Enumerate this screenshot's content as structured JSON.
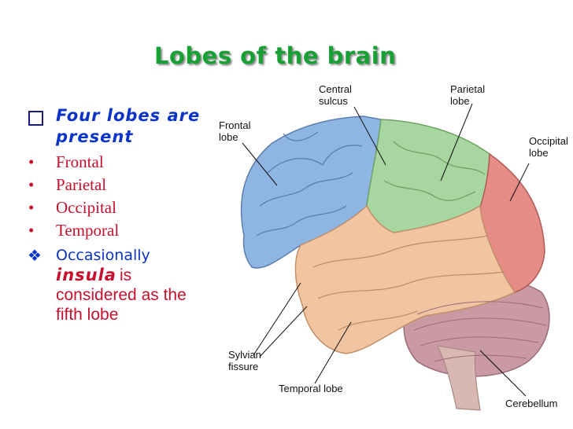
{
  "title": "Lobes of the brain",
  "intro": "Four lobes are present",
  "lobes": [
    "Frontal",
    "Parietal",
    "Occipital",
    "Temporal"
  ],
  "note": {
    "prefix": "Occasionally",
    "highlight": "insula",
    "suffix": "is considered as the fifth lobe"
  },
  "labels": {
    "central_sulcus": "Central\nsulcus",
    "parietal_lobe": "Parietal\nlobe",
    "frontal_lobe": "Frontal\nlobe",
    "occipital_lobe": "Occipital\nlobe",
    "sylvian_fissure": "Sylvian\nfissure",
    "temporal_lobe": "Temporal lobe",
    "cerebellum": "Cerebellum"
  },
  "colors": {
    "title": "#17a033",
    "frontal": "#8fb6e3",
    "parietal": "#a8d6a0",
    "occipital": "#e58c86",
    "temporal": "#f2c5a2",
    "cerebellum": "#c99aa4"
  }
}
